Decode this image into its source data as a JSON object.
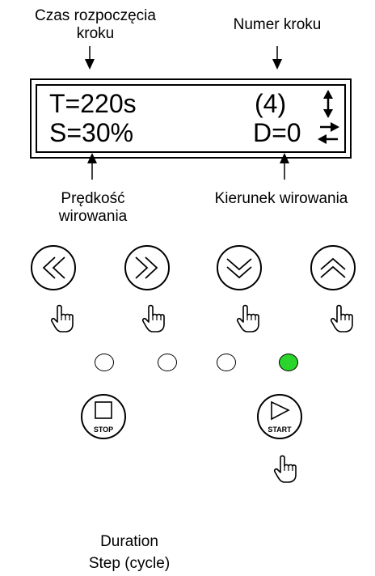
{
  "annotations": {
    "start_time": [
      "Czas rozpoczęcia",
      "kroku"
    ],
    "step_number": "Numer kroku",
    "speed": [
      "Prędkość",
      "wirowania"
    ],
    "direction": "Kierunek wirowania"
  },
  "display": {
    "time": "T=220s",
    "step": "(4)",
    "speed": "S=30%",
    "direction": "D=0"
  },
  "navigation_buttons": [
    {
      "name": "rewind",
      "icon": "double-chevron-left-icon"
    },
    {
      "name": "forward",
      "icon": "double-chevron-right-icon"
    },
    {
      "name": "down",
      "icon": "double-chevron-down-icon"
    },
    {
      "name": "up",
      "icon": "double-chevron-up-icon"
    }
  ],
  "leds": [
    {
      "state": "off",
      "color": "#ffffff"
    },
    {
      "state": "off",
      "color": "#ffffff"
    },
    {
      "state": "off",
      "color": "#ffffff"
    },
    {
      "state": "on",
      "color": "#2bd42b"
    }
  ],
  "stop_button": {
    "label": "STOP",
    "icon": "square-icon"
  },
  "start_button": {
    "label": "START",
    "icon": "play-triangle-icon"
  },
  "caption": [
    "Duration",
    "Step (cycle)"
  ]
}
